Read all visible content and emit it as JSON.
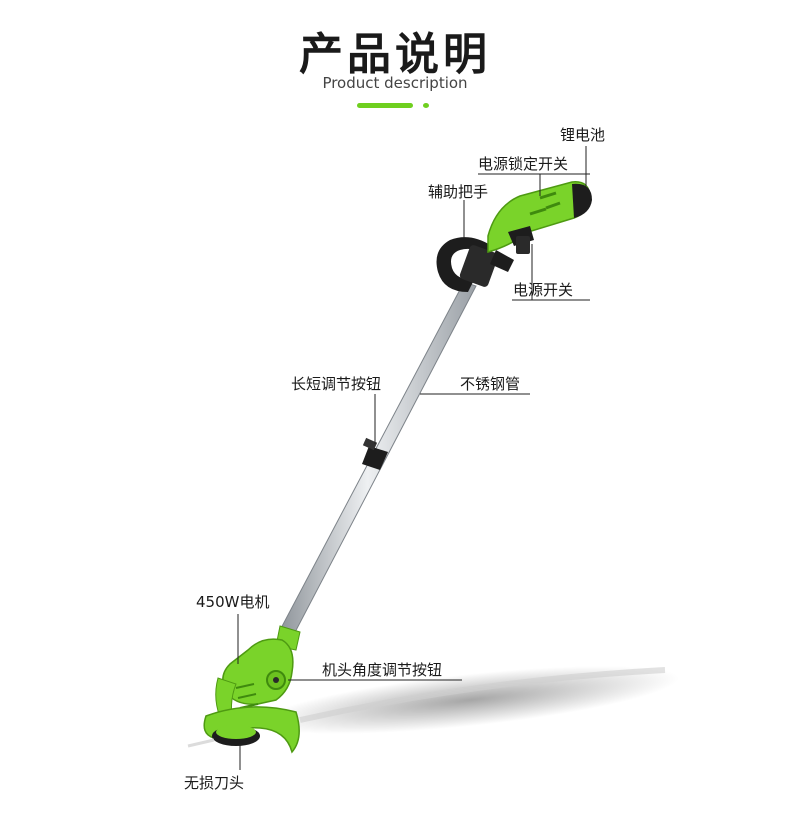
{
  "header": {
    "title": "产品说明",
    "subtitle": "Product description"
  },
  "colors": {
    "accent": "#6fcf1f",
    "body_green": "#7ad32a",
    "dark": "#1d1d1d",
    "pole": "#c8ccd1"
  },
  "labels": {
    "battery": "锂电池",
    "power_lock": "电源锁定开关",
    "aux_handle": "辅助把手",
    "power_switch": "电源开关",
    "length_button": "长短调节按钮",
    "steel_tube": "不锈钢管",
    "motor": "450W电机",
    "angle_button": "机头角度调节按钮",
    "blade_head": "无损刀头"
  }
}
